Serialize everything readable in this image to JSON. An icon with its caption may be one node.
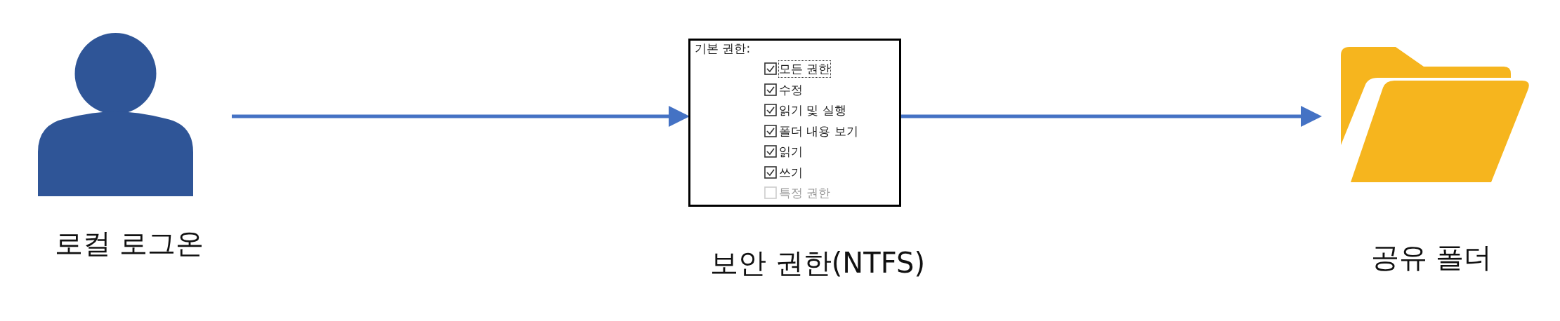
{
  "diagram": {
    "nodes": [
      {
        "text": [],
        "shape": "person",
        "beside": [
          "로컬 로그온"
        ]
      },
      {
        "text": [
          "기본 권한:",
          "모든 권한",
          "수정",
          "읽기 및 실행",
          "폴더 내용 보기",
          "읽기",
          "쓰기",
          "특정 권한"
        ],
        "beside": [
          "보안 권한(NTFS)"
        ]
      },
      {
        "text": [],
        "shape": "folder",
        "beside": [
          "공유 폴더"
        ]
      }
    ],
    "edges": [
      {
        "from": 0,
        "to": 1,
        "arrow": "to"
      },
      {
        "from": 1,
        "to": 2,
        "arrow": "to"
      }
    ]
  }
}
